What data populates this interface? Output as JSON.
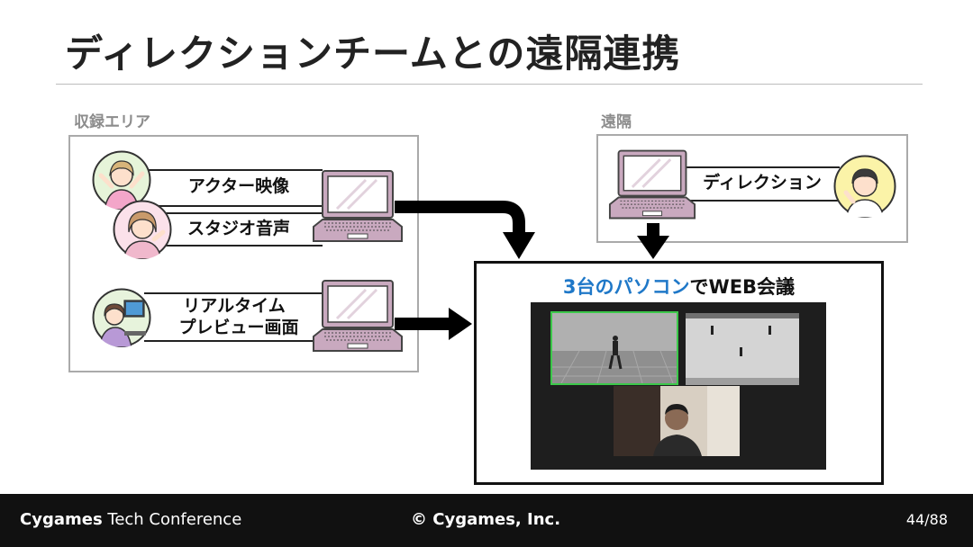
{
  "title": "ディレクションチームとの遠隔連携",
  "recording_area": {
    "label": "収録エリア",
    "actor_video": "アクター映像",
    "studio_audio": "スタジオ音声",
    "preview_line1": "リアルタイム",
    "preview_line2": "プレビュー画面"
  },
  "remote": {
    "label": "遠隔",
    "direction": "ディレクション"
  },
  "meeting": {
    "title_accent": "3台のパソコン",
    "title_rest": "でWEB会議"
  },
  "footer": {
    "brand_bold": "Cygames",
    "brand_light": " Tech Conference",
    "copyright": "© Cygames, Inc.",
    "page": "44/88"
  },
  "colors": {
    "laptop_fill": "#c9a9bf",
    "laptop_stroke": "#444444",
    "accent": "#1f78c8",
    "footer_bg": "#111111"
  }
}
